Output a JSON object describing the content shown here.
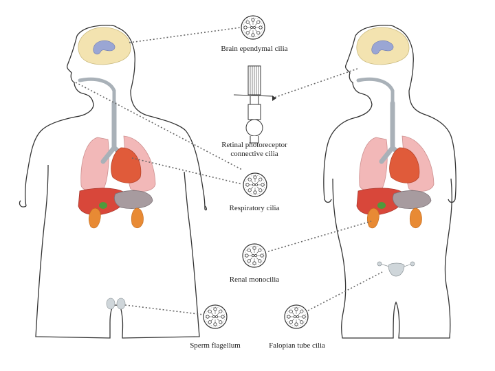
{
  "labels": {
    "brain": "Brain ependymal cilia",
    "retina_line1": "Retinal photoreceptor",
    "retina_line2": "connective cilia",
    "respiratory": "Respiratory cilia",
    "renal": "Renal  monocilia",
    "sperm": "Sperm flagellum",
    "fallopian": "Falopian tube cilia"
  },
  "colors": {
    "outline": "#333333",
    "brain": "#f3e3b0",
    "ventricle": "#9aa6d4",
    "airway": "#a9b1b8",
    "lung": "#f2b8b8",
    "heart": "#e05b3a",
    "liver": "#d8473a",
    "stomach": "#a79b9f",
    "gallbladder": "#4f9a3c",
    "kidney": "#e88a34",
    "testes": "#cfd6da",
    "dotted": "#666666"
  }
}
